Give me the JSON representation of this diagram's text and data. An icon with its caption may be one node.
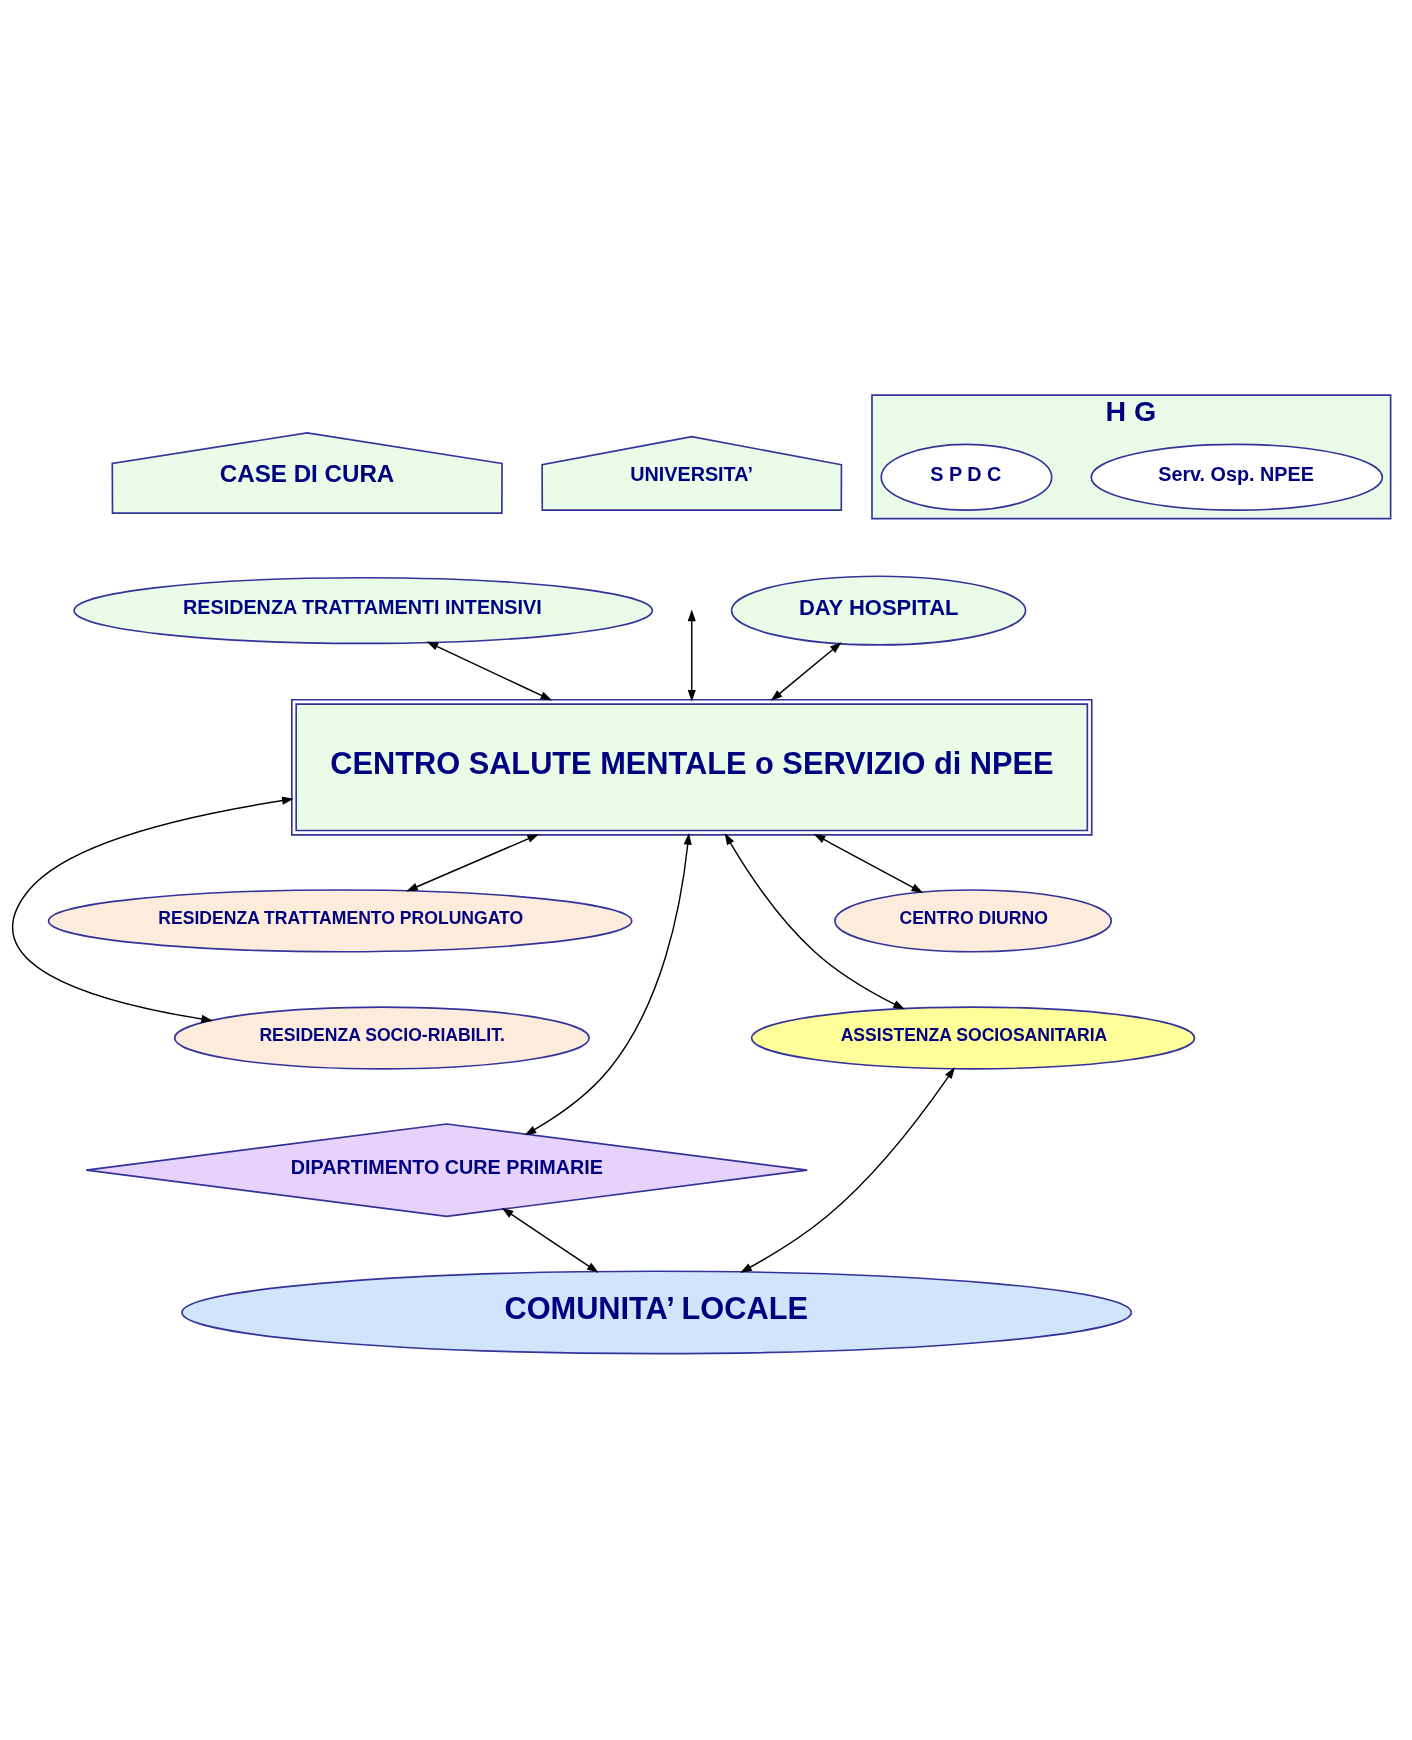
{
  "diagram": {
    "nodes": [
      {
        "text": [
          "CASE DI CURA"
        ]
      },
      {
        "text": [
          "UNIVERSITA’"
        ]
      },
      {
        "text": [
          "H G"
        ]
      },
      {
        "text": [
          "S P D C"
        ],
        "in": 2
      },
      {
        "text": [
          "Serv. Osp. NPEE"
        ],
        "in": 2
      },
      {
        "text": [
          "RESIDENZA TRATTAMENTI INTENSIVI"
        ]
      },
      {
        "text": [
          "DAY HOSPITAL"
        ]
      },
      {
        "text": [
          "CENTRO SALUTE MENTALE o SERVIZIO di NPEE"
        ]
      },
      {
        "text": [
          "RESIDENZA TRATTAMENTO PROLUNGATO"
        ]
      },
      {
        "text": [
          "CENTRO DIURNO"
        ]
      },
      {
        "text": [
          "RESIDENZA SOCIO-RIABILIT."
        ]
      },
      {
        "text": [
          "ASSISTENZA SOCIOSANITARIA"
        ]
      },
      {
        "text": [
          "DIPARTIMENTO CURE PRIMARIE"
        ]
      },
      {
        "text": [
          "COMUNITA’ LOCALE"
        ]
      }
    ],
    "edges": [
      {
        "from": 5,
        "to": 7,
        "arrow": "both"
      },
      {
        "from": null,
        "to": 7,
        "arrow": "both"
      },
      {
        "from": 6,
        "to": 7,
        "arrow": "both"
      },
      {
        "from": 7,
        "to": 8,
        "arrow": "both"
      },
      {
        "from": 7,
        "to": 10,
        "arrow": "both"
      },
      {
        "from": 7,
        "to": 12,
        "arrow": "both"
      },
      {
        "from": 7,
        "to": 9,
        "arrow": "both"
      },
      {
        "from": 7,
        "to": 11,
        "arrow": "both"
      },
      {
        "from": 12,
        "to": 13,
        "arrow": "both"
      },
      {
        "from": 11,
        "to": 13,
        "arrow": "both"
      }
    ]
  }
}
